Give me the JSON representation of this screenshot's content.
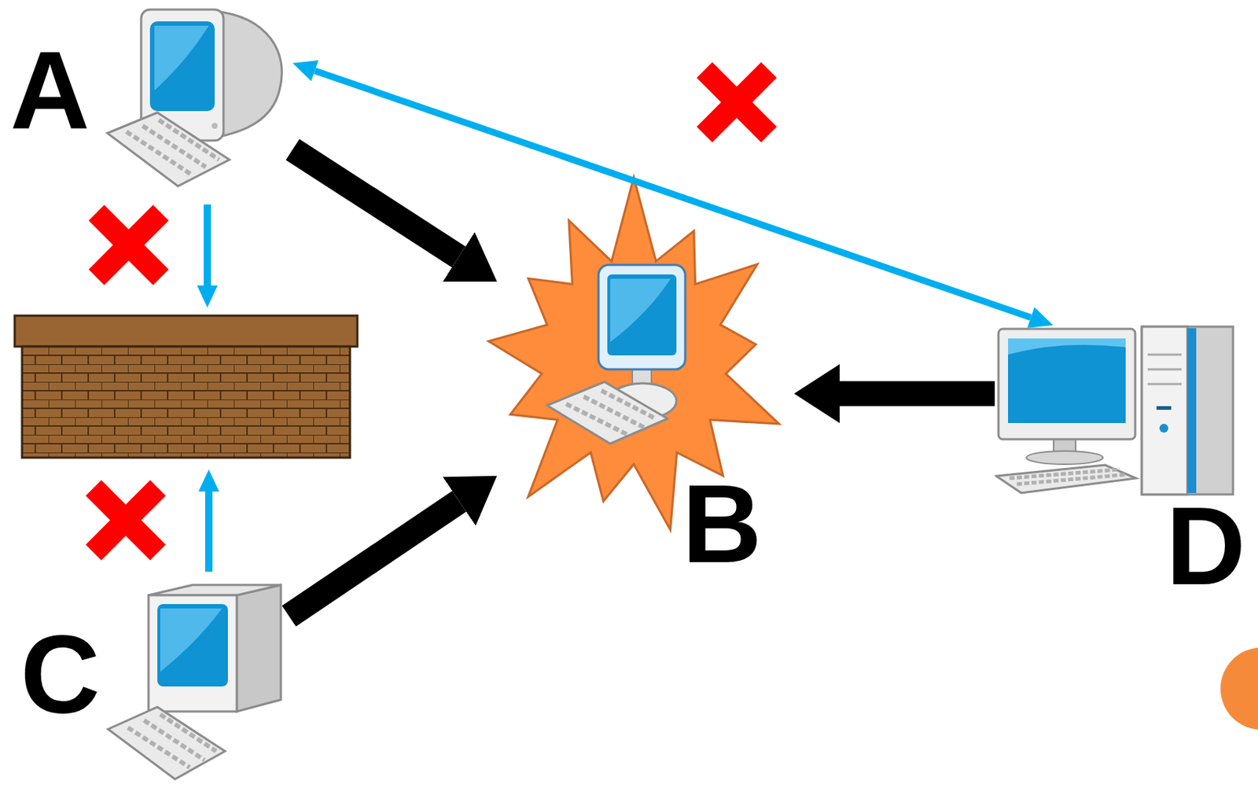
{
  "diagram": {
    "nodes": [
      {
        "text": [
          "A"
        ]
      },
      {
        "text": [
          "B"
        ]
      },
      {
        "text": [
          "C"
        ]
      },
      {
        "text": [
          "D"
        ]
      }
    ],
    "edges": [
      {
        "from": 0,
        "to": 1,
        "arrow": "to"
      },
      {
        "from": 2,
        "to": 1,
        "arrow": "to"
      },
      {
        "from": 3,
        "to": 1,
        "arrow": "to"
      },
      {
        "from": 0,
        "to": 3,
        "arrow": "both"
      }
    ]
  }
}
